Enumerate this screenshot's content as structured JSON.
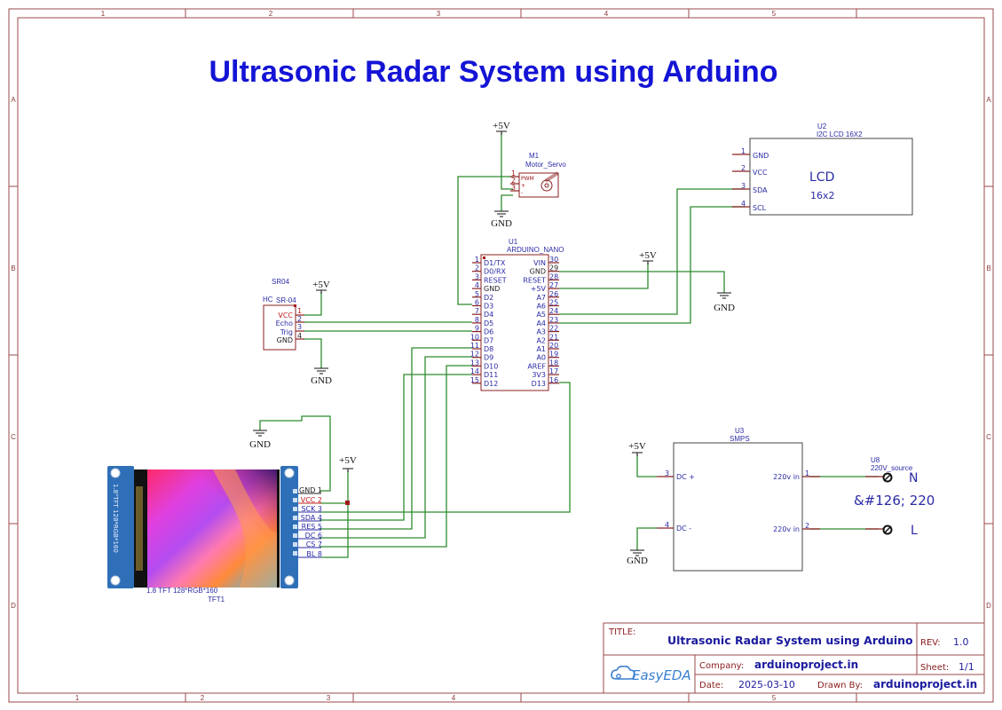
{
  "sheet": {
    "title": "Ultrasonic Radar System using Arduino",
    "col_refs": [
      "1",
      "2",
      "3",
      "4",
      "5"
    ],
    "row_refs": [
      "A",
      "B",
      "C",
      "D"
    ]
  },
  "power_labels": {
    "vcc": "+5V",
    "gnd": "GND"
  },
  "servo": {
    "designator": "M1",
    "name": "Motor_Servo",
    "pins": [
      {
        "num": "1",
        "name": "PWM"
      },
      {
        "num": "2",
        "name": "+"
      },
      {
        "num": "3",
        "name": "-"
      }
    ]
  },
  "lcd": {
    "designator": "U2",
    "name": "I2C LCD 16X2",
    "body_line1": "LCD",
    "body_line2": "16x2",
    "pins": [
      {
        "num": "1",
        "name": "GND"
      },
      {
        "num": "2",
        "name": "VCC"
      },
      {
        "num": "3",
        "name": "SDA"
      },
      {
        "num": "4",
        "name": "SCL"
      }
    ]
  },
  "nano": {
    "designator": "U1",
    "name": "ARDUINO_NANO",
    "left_pins": [
      {
        "num": "1",
        "name": "D1/TX"
      },
      {
        "num": "2",
        "name": "D0/RX"
      },
      {
        "num": "3",
        "name": "RESET"
      },
      {
        "num": "4",
        "name": "GND"
      },
      {
        "num": "5",
        "name": "D2"
      },
      {
        "num": "6",
        "name": "D3"
      },
      {
        "num": "7",
        "name": "D4"
      },
      {
        "num": "8",
        "name": "D5"
      },
      {
        "num": "9",
        "name": "D6"
      },
      {
        "num": "10",
        "name": "D7"
      },
      {
        "num": "11",
        "name": "D8"
      },
      {
        "num": "12",
        "name": "D9"
      },
      {
        "num": "13",
        "name": "D10"
      },
      {
        "num": "14",
        "name": "D11"
      },
      {
        "num": "15",
        "name": "D12"
      }
    ],
    "right_pins": [
      {
        "num": "30",
        "name": "VIN"
      },
      {
        "num": "29",
        "name": "GND"
      },
      {
        "num": "28",
        "name": "RESET"
      },
      {
        "num": "27",
        "name": "+5V"
      },
      {
        "num": "26",
        "name": "A7"
      },
      {
        "num": "25",
        "name": "A6"
      },
      {
        "num": "24",
        "name": "A5"
      },
      {
        "num": "23",
        "name": "A4"
      },
      {
        "num": "22",
        "name": "A3"
      },
      {
        "num": "21",
        "name": "A2"
      },
      {
        "num": "20",
        "name": "A1"
      },
      {
        "num": "19",
        "name": "A0"
      },
      {
        "num": "18",
        "name": "AREF"
      },
      {
        "num": "17",
        "name": "3V3"
      },
      {
        "num": "16",
        "name": "D13"
      }
    ]
  },
  "sr04": {
    "designator": "SR04",
    "name_prefix": "HC",
    "name": "SR-04",
    "pins": [
      {
        "num": "1",
        "name": "VCC"
      },
      {
        "num": "2",
        "name": "Echo"
      },
      {
        "num": "3",
        "name": "Trig"
      },
      {
        "num": "4",
        "name": "GND"
      }
    ]
  },
  "tft": {
    "designator": "TFT1",
    "name": "1.8 TFT 128*RGB*160",
    "side_label": "1.8\"TFT 128*RGB*160",
    "pins": [
      {
        "label": "GND 1"
      },
      {
        "label": "VCC 2"
      },
      {
        "label": "SCK 3"
      },
      {
        "label": "SDA 4"
      },
      {
        "label": "RES 5"
      },
      {
        "label": "DC 6"
      },
      {
        "label": "CS 7"
      },
      {
        "label": "BL 8"
      }
    ]
  },
  "smps": {
    "designator": "U3",
    "name": "SMPS",
    "pins": [
      {
        "num": "3",
        "name": "DC +"
      },
      {
        "num": "4",
        "name": "DC -"
      },
      {
        "num": "1",
        "name": "220v in"
      },
      {
        "num": "2",
        "name": "220v in"
      }
    ]
  },
  "source": {
    "designator": "U8",
    "name": "220V_source",
    "terminal_n": "N",
    "terminal_l": "L",
    "voltage_text": "&#126; 220"
  },
  "title_block": {
    "title_label": "TITLE:",
    "title_value": "Ultrasonic Radar System using Arduino",
    "rev_label": "REV:",
    "rev_value": "1.0",
    "company_label": "Company:",
    "company_value": "arduinoproject.in",
    "sheet_label": "Sheet:",
    "sheet_value": "1/1",
    "date_label": "Date:",
    "date_value": "2025-03-10",
    "drawn_label": "Drawn By:",
    "drawn_value": "arduinoproject.in",
    "logo_text": "EasyEDA"
  },
  "colors": {
    "frame": "#9b4a4a",
    "wire": "#2e8b2e",
    "title": "#1414d6",
    "pin_text": "#2b2ba6"
  }
}
